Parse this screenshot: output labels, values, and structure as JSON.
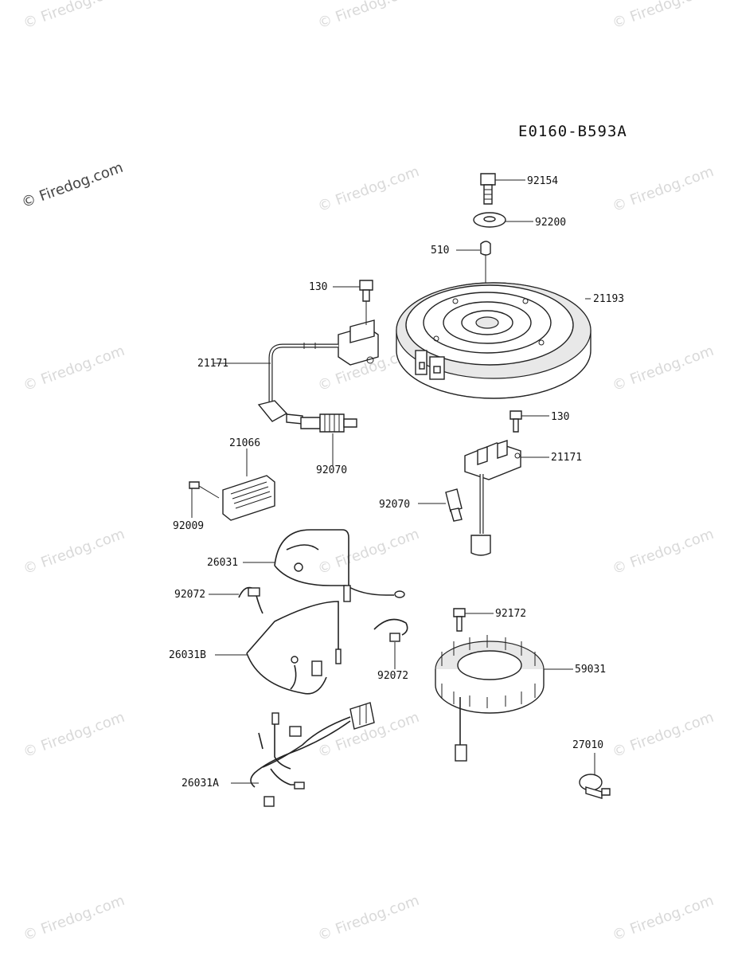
{
  "diagram": {
    "code": "E0160-B593A",
    "watermark_main": "© Firedog.com",
    "watermark_tile": "© Firedog.com",
    "parts": {
      "p92154": "92154",
      "p92200": "92200",
      "p510": "510",
      "p130a": "130",
      "p21193": "21193",
      "p21171a": "21171",
      "p130b": "130",
      "p21171b": "21171",
      "p21066": "21066",
      "p92070a": "92070",
      "p92009": "92009",
      "p92070b": "92070",
      "p26031": "26031",
      "p92072a": "92072",
      "p92172": "92172",
      "p26031B": "26031B",
      "p59031": "59031",
      "p92072b": "92072",
      "p27010": "27010",
      "p26031A": "26031A"
    }
  }
}
